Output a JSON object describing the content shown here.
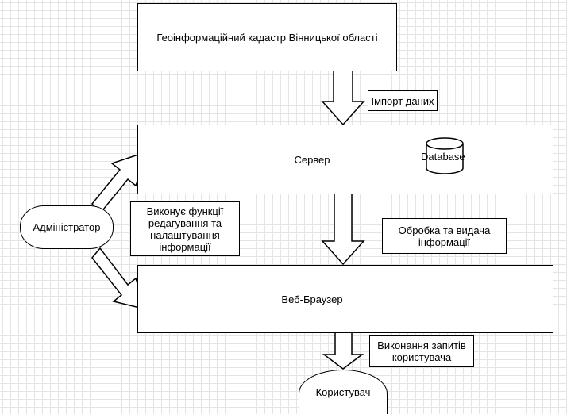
{
  "boxes": {
    "cadastre": "Геоінформаційний кадастр Вінницької області",
    "server": "Сервер",
    "browser": "Веб-Браузер"
  },
  "database": "Database",
  "actors": {
    "admin": "Адміністратор",
    "user": "Користувач"
  },
  "labels": {
    "import": "Імпорт даних",
    "admin_functions": "Виконує функції\nредагування та\nналаштування\nінформації",
    "processing": "Обробка та видача\nінформації",
    "requests": "Виконання запитів\nкористувача"
  }
}
